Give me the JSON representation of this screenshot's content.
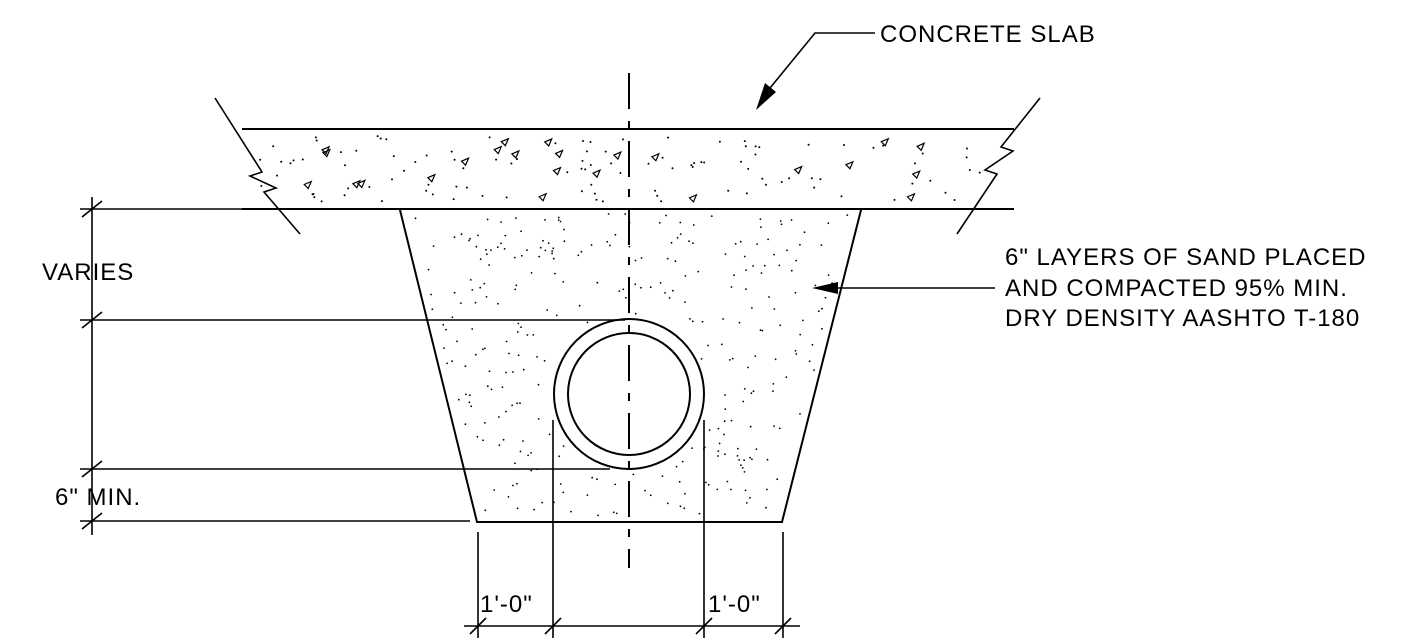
{
  "labels": {
    "slab": "CONCRETE SLAB",
    "sand_line1": "6\" LAYERS OF SAND PLACED",
    "sand_line2": "AND COMPACTED 95% MIN.",
    "sand_line3": "DRY DENSITY AASHTO T-180",
    "varies": "VARIES",
    "min": "6\" MIN.",
    "left_clearance": "1'-0\"",
    "right_clearance": "1'-0\""
  }
}
